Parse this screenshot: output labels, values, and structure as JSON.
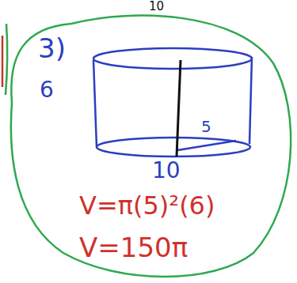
{
  "diagram": {
    "labels": [
      "10",
      "3)",
      "6",
      "10",
      "5",
      "V=π(5)²(6)",
      "V=150π"
    ]
  }
}
